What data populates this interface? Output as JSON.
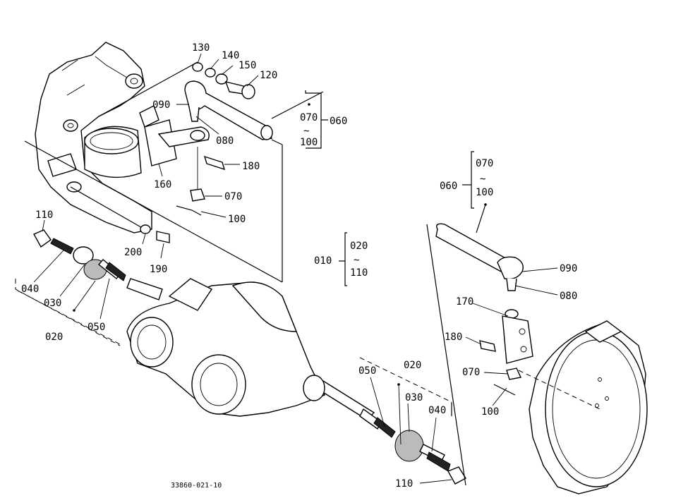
{
  "diagram": {
    "ref_code": "33860-021-10",
    "labels": {
      "l130": "130",
      "l140": "140",
      "l150": "150",
      "l120": "120",
      "l090a": "090",
      "l080a": "080",
      "l070a": "070",
      "l100a": "100",
      "l060a": "060",
      "l180a": "180",
      "l160": "160",
      "l070b": "070",
      "l100b": "100",
      "l110a": "110",
      "l200": "200",
      "l190": "190",
      "l040a": "040",
      "l030a": "030",
      "l050a": "050",
      "l020a": "020",
      "l010": "010",
      "l020b": "020",
      "l110b": "110",
      "l070c": "070",
      "l060b": "060",
      "l100c": "100",
      "l090b": "090",
      "l080b": "080",
      "l170": "170",
      "l180b": "180",
      "l070d": "070",
      "l100d": "100",
      "l050b": "050",
      "l020c": "020",
      "l030b": "030",
      "l040b": "040",
      "l110c": "110"
    }
  }
}
